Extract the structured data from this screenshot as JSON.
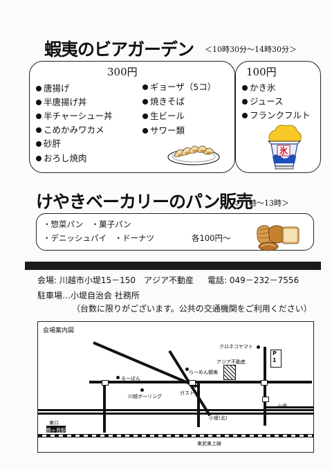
{
  "beer": {
    "title": "蝦夷のビアガーデン",
    "time": "＜10時30分～14時30分＞",
    "price_300": "300円",
    "price_100": "100円",
    "items_300_col1": [
      "唐揚げ",
      "半唐揚げ丼",
      "半チャーシュー丼",
      "こめかみワカメ",
      "砂肝",
      "おろし焼肉"
    ],
    "items_300_col2": [
      "ギョーザ（5コ）",
      "焼きそば",
      "生ビール",
      "サワー類"
    ],
    "items_100": [
      "かき氷",
      "ジュース",
      "フランクフルト"
    ],
    "kakigori_sign": "氷"
  },
  "bakery": {
    "title": "けやきベーカリーのパン販売",
    "time": "＜11時～13時＞",
    "line1": "・惣菜パン　・菓子パン",
    "line2": "・デニッシュパイ　・ドーナツ",
    "price": "各100円～"
  },
  "info": {
    "venue": "会場:  川越市小堤15－150　アジア不動産",
    "phone": "電話:  049－232－7556",
    "parking": "駐車場…小堤自治会  社務所",
    "note": "（台数に限りがございます。公共の交通機関をご利用ください）"
  },
  "map": {
    "title": "会場案内図",
    "labels": {
      "kuroneko": "クロネコヤマト",
      "p1": "P\n1",
      "asia": "アジア不動産",
      "ramen": "らーめん蝦夷",
      "roban": "るーばん",
      "bowling": "川越ボーリング",
      "gusto": "ガスト",
      "kozutsumi_n": "小堤(北)",
      "kozutsumi": "小堤",
      "higashiguchi": "東口",
      "station": "鶴ヶ島駅",
      "tobu": "東武東上線"
    }
  }
}
